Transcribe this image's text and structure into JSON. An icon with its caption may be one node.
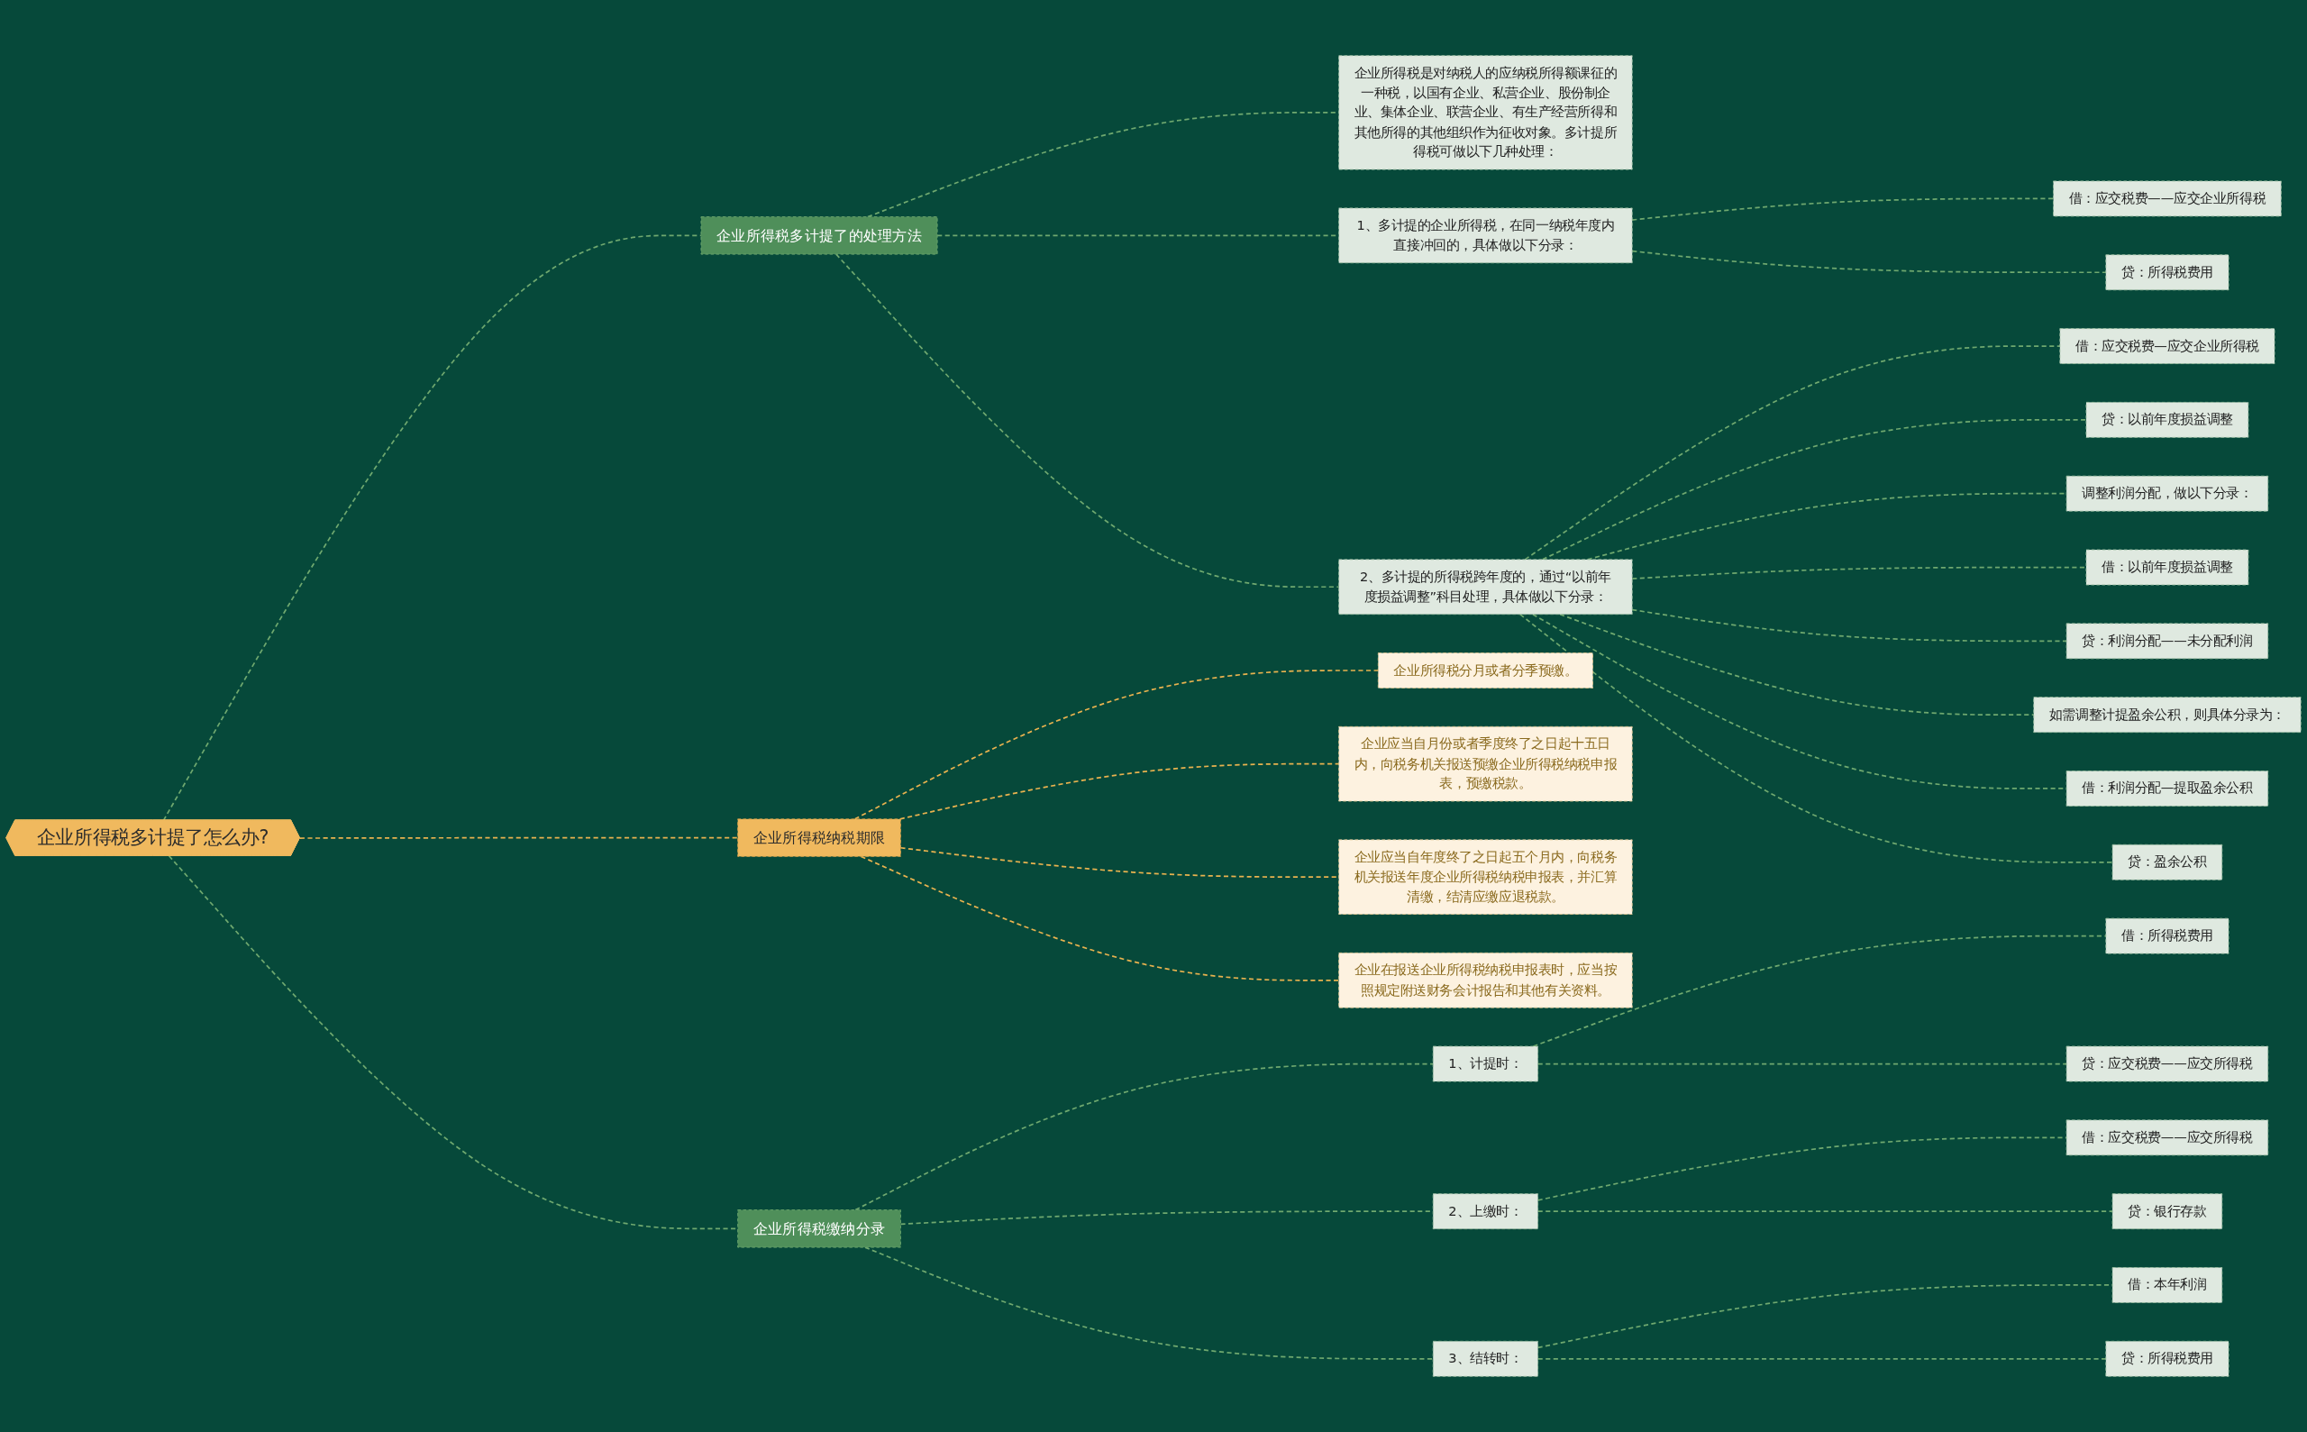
{
  "diagram": {
    "nodes": [
      {
        "text": [
          "企业所得税多计提了怎么办?"
        ]
      },
      {
        "text": [
          "企业所得税多计提了的处理方法"
        ]
      },
      {
        "text": [
          "企业所得税是对纳税人的应纳税所得额课征的一种税，以国有企业、私营企业、股份制企业、集体企业、联营企业、有生产经营所得和其他所得的其他组织作为征收对象。多计提所得税可做以下几种处理："
        ]
      },
      {
        "text": [
          "1、多计提的企业所得税，在同一纳税年度内直接冲回的，具体做以下分录："
        ]
      },
      {
        "text": [
          "借：应交税费——应交企业所得税"
        ]
      },
      {
        "text": [
          "贷：所得税费用"
        ]
      },
      {
        "text": [
          "2、多计提的所得税跨年度的，通过“以前年度损益调整”科目处理，具体做以下分录："
        ]
      },
      {
        "text": [
          "借：应交税费—应交企业所得税"
        ]
      },
      {
        "text": [
          "贷：以前年度损益调整"
        ]
      },
      {
        "text": [
          "调整利润分配，做以下分录："
        ]
      },
      {
        "text": [
          "借：以前年度损益调整"
        ]
      },
      {
        "text": [
          "贷：利润分配——未分配利润"
        ]
      },
      {
        "text": [
          "如需调整计提盈余公积，则具体分录为："
        ]
      },
      {
        "text": [
          "借：利润分配—提取盈余公积"
        ]
      },
      {
        "text": [
          "贷：盈余公积"
        ]
      },
      {
        "text": [
          "企业所得税纳税期限"
        ]
      },
      {
        "text": [
          "企业所得税分月或者分季预缴。"
        ]
      },
      {
        "text": [
          "企业应当自月份或者季度终了之日起十五日内，向税务机关报送预缴企业所得税纳税申报表，预缴税款。"
        ]
      },
      {
        "text": [
          "企业应当自年度终了之日起五个月内，向税务机关报送年度企业所得税纳税申报表，并汇算清缴，结清应缴应退税款。"
        ]
      },
      {
        "text": [
          "企业在报送企业所得税纳税申报表时，应当按照规定附送财务会计报告和其他有关资料。"
        ]
      },
      {
        "text": [
          "企业所得税缴纳分录"
        ]
      },
      {
        "text": [
          "1、计提时："
        ]
      },
      {
        "text": [
          "借：所得税费用"
        ]
      },
      {
        "text": [
          "贷：应交税费——应交所得税"
        ]
      },
      {
        "text": [
          "2、上缴时："
        ]
      },
      {
        "text": [
          "借：应交税费——应交所得税"
        ]
      },
      {
        "text": [
          "贷：银行存款"
        ]
      },
      {
        "text": [
          "3、结转时："
        ]
      },
      {
        "text": [
          "借：本年利润"
        ]
      },
      {
        "text": [
          "贷：所得税费用"
        ]
      }
    ],
    "edges": [
      {
        "from": 0,
        "to": 1,
        "arrow": "none"
      },
      {
        "from": 1,
        "to": 2,
        "arrow": "none"
      },
      {
        "from": 1,
        "to": 3,
        "arrow": "none"
      },
      {
        "from": 3,
        "to": 4,
        "arrow": "none"
      },
      {
        "from": 3,
        "to": 5,
        "arrow": "none"
      },
      {
        "from": 1,
        "to": 6,
        "arrow": "none"
      },
      {
        "from": 6,
        "to": 7,
        "arrow": "none"
      },
      {
        "from": 6,
        "to": 8,
        "arrow": "none"
      },
      {
        "from": 6,
        "to": 9,
        "arrow": "none"
      },
      {
        "from": 6,
        "to": 10,
        "arrow": "none"
      },
      {
        "from": 6,
        "to": 11,
        "arrow": "none"
      },
      {
        "from": 6,
        "to": 12,
        "arrow": "none"
      },
      {
        "from": 6,
        "to": 13,
        "arrow": "none"
      },
      {
        "from": 6,
        "to": 14,
        "arrow": "none"
      },
      {
        "from": 0,
        "to": 15,
        "arrow": "none",
        "color": "#e8b24f"
      },
      {
        "from": 15,
        "to": 16,
        "arrow": "none",
        "color": "#e8b24f"
      },
      {
        "from": 15,
        "to": 17,
        "arrow": "none",
        "color": "#e8b24f"
      },
      {
        "from": 15,
        "to": 18,
        "arrow": "none",
        "color": "#e8b24f"
      },
      {
        "from": 15,
        "to": 19,
        "arrow": "none",
        "color": "#e8b24f"
      },
      {
        "from": 0,
        "to": 20,
        "arrow": "none"
      },
      {
        "from": 20,
        "to": 21,
        "arrow": "none"
      },
      {
        "from": 21,
        "to": 22,
        "arrow": "none"
      },
      {
        "from": 21,
        "to": 23,
        "arrow": "none"
      },
      {
        "from": 20,
        "to": 24,
        "arrow": "none"
      },
      {
        "from": 24,
        "to": 25,
        "arrow": "none"
      },
      {
        "from": 24,
        "to": 26,
        "arrow": "none"
      },
      {
        "from": 20,
        "to": 27,
        "arrow": "none"
      },
      {
        "from": 27,
        "to": 28,
        "arrow": "none"
      },
      {
        "from": 27,
        "to": 29,
        "arrow": "none"
      }
    ]
  }
}
